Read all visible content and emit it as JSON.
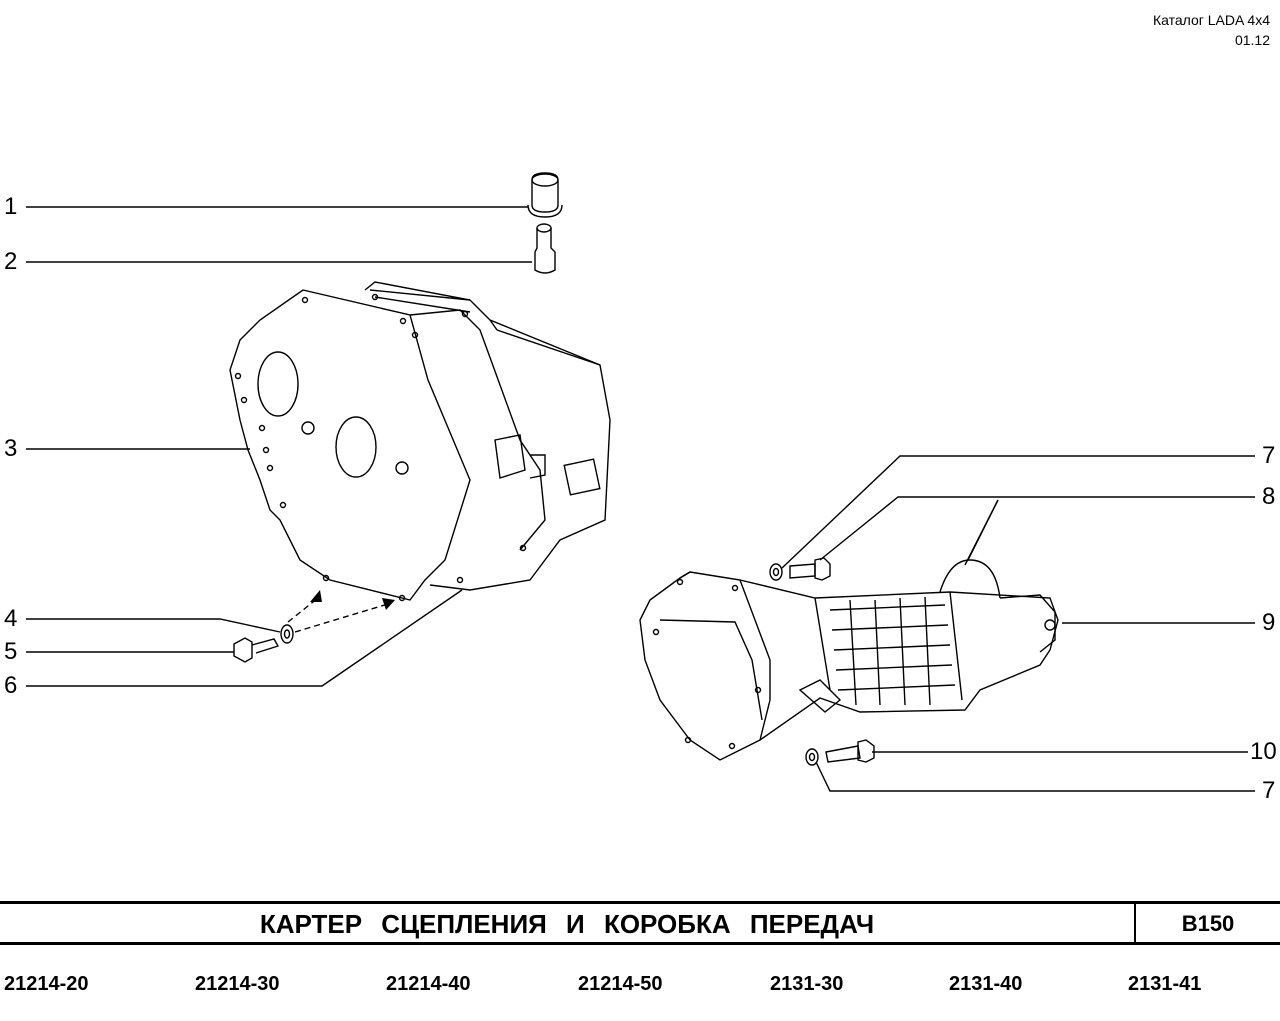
{
  "header": {
    "catalog_label": "Каталог  LADA  4x4",
    "catalog_date": "01.12"
  },
  "callouts": [
    {
      "number": "1"
    },
    {
      "number": "2"
    },
    {
      "number": "3"
    },
    {
      "number": "4"
    },
    {
      "number": "5"
    },
    {
      "number": "6"
    },
    {
      "number": "7"
    },
    {
      "number": "8"
    },
    {
      "number": "9"
    },
    {
      "number": "10"
    },
    {
      "number": "7"
    }
  ],
  "title": {
    "text": "КАРТЕР   СЦЕПЛЕНИЯ   И   КОРОБКА   ПЕРЕДАЧ",
    "code": "B150"
  },
  "models": [
    "21214-20",
    "21214-30",
    "21214-40",
    "21214-50",
    "2131-30",
    "2131-40",
    "2131-41"
  ]
}
